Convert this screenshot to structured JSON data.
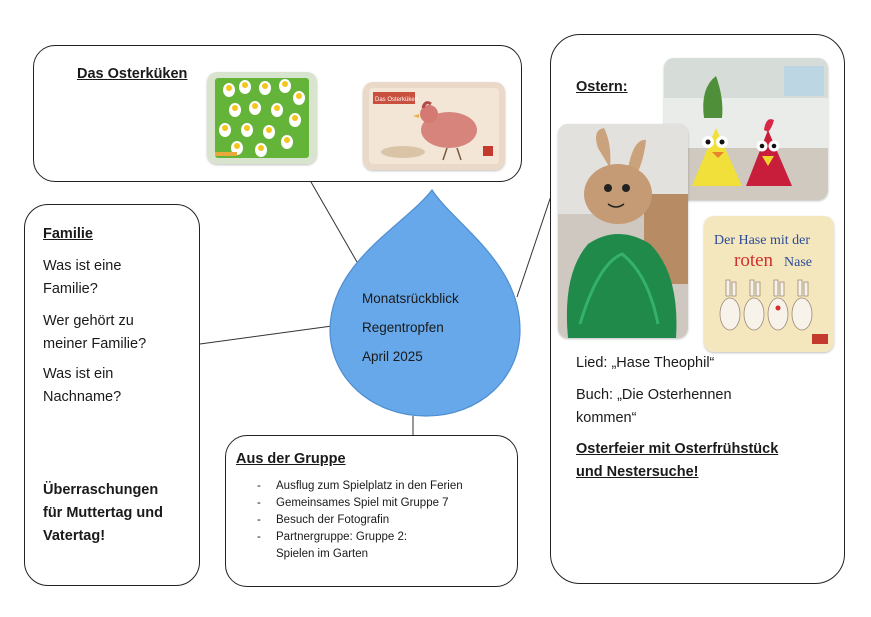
{
  "top_box": {
    "title": "Das Osterküken"
  },
  "left_box": {
    "title": "Familie",
    "q1": [
      "Was ist eine",
      "Familie?"
    ],
    "q2": [
      "Wer gehört zu",
      "meiner Familie?"
    ],
    "q3": [
      "Was ist ein",
      "Nachname?"
    ],
    "highlight": [
      "Überraschungen",
      "für Muttertag und",
      "Vatertag!"
    ]
  },
  "center": {
    "lines": [
      "Monatsrückblick",
      "Regentropfen",
      "April 2025"
    ]
  },
  "bottom_box": {
    "title": "Aus der Gruppe",
    "items": [
      "Ausflug zum Spielplatz in den Ferien",
      "Gemeinsames Spiel mit Gruppe 7",
      "Besuch der Fotografin",
      "Partnergruppe: Gruppe 2:"
    ],
    "item4_cont": "Spielen im Garten"
  },
  "right_box": {
    "title": "Ostern:",
    "song": "Lied: „Hase Theophil“",
    "book": [
      "Buch: „Die Osterhennen",
      "kommen“"
    ],
    "event": [
      "Osterfeier mit Osterfrühstück",
      "und Nestersuche!"
    ],
    "book_cover_title": [
      "Der Hase mit der",
      "roten",
      "Nase"
    ]
  },
  "photo_labels": {
    "chick_book": "Das Osterküken"
  },
  "colors": {
    "drop": "#66a8ea",
    "drop_edge": "#4f8ed0",
    "text": "#1a1a1a"
  }
}
